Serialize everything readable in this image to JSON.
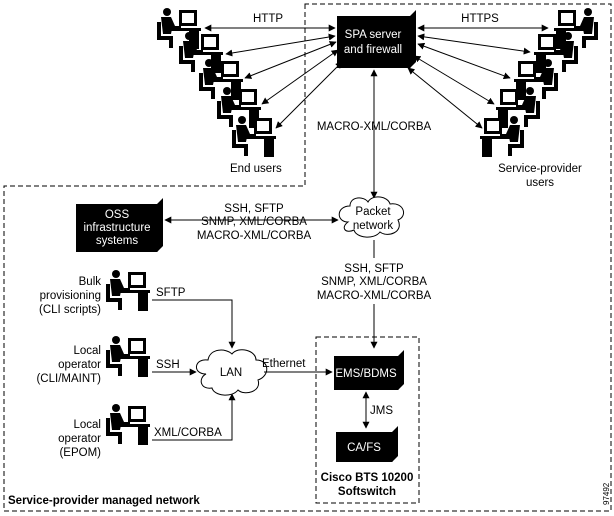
{
  "labels": {
    "http": "HTTP",
    "https": "HTTPS",
    "spa_server_line1": "SPA server",
    "spa_server_line2": "and firewall",
    "macro_xml_corba": "MACRO-XML/CORBA",
    "end_users": "End users",
    "service_provider_users_line1": "Service-provider",
    "service_provider_users_line2": "users",
    "packet_network_line1": "Packet",
    "packet_network_line2": "network",
    "oss_line1": "OSS",
    "oss_line2": "infrastructure",
    "oss_line3": "systems",
    "oss_link_line1": "SSH, SFTP",
    "oss_link_line2": "SNMP, XML/CORBA",
    "oss_link_line3": "MACRO-XML/CORBA",
    "ems_link_line1": "SSH, SFTP",
    "ems_link_line2": "SNMP, XML/CORBA",
    "ems_link_line3": "MACRO-XML/CORBA",
    "bulk_line1": "Bulk",
    "bulk_line2": "provisioning",
    "bulk_line3": "(CLI scripts)",
    "sftp": "SFTP",
    "local_cli_line1": "Local",
    "local_cli_line2": "operator",
    "local_cli_line3": "(CLI/MAINT)",
    "ssh": "SSH",
    "lan": "LAN",
    "ethernet": "Ethernet",
    "local_epom_line1": "Local",
    "local_epom_line2": "operator",
    "local_epom_line3": "(EPOM)",
    "xml_corba": "XML/CORBA",
    "ems_bdms": "EMS/BDMS",
    "jms": "JMS",
    "ca_fs": "CA/FS",
    "softswitch_line1": "Cisco BTS 10200",
    "softswitch_line2": "Softswitch",
    "managed_network": "Service-provider managed network",
    "figure_id": "97492"
  },
  "icons": {
    "user_workstation": "person-at-computer-icon",
    "server": "server-box-icon",
    "cloud": "cloud-icon"
  },
  "colors": {
    "foreground": "#000000",
    "background": "#ffffff"
  }
}
